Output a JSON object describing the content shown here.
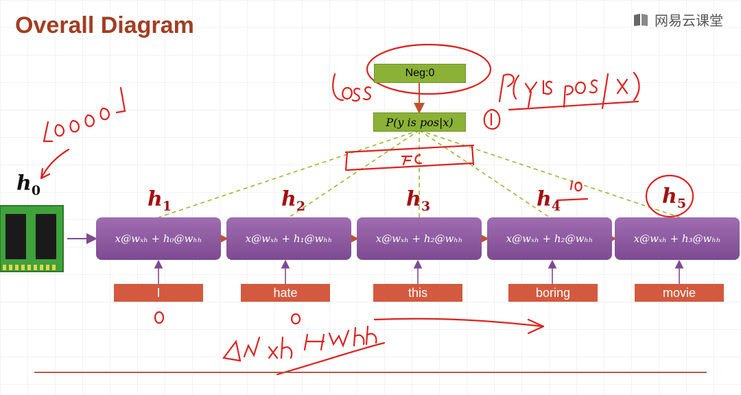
{
  "header": {
    "title": "Overall Diagram",
    "brand": "网易云课堂",
    "brand_icon": "book-icon"
  },
  "diagram": {
    "output_node": "Neg:0",
    "probability_node": "P(y is pos|x)",
    "h0": {
      "base": "h",
      "sub": "0"
    },
    "hidden_labels": [
      {
        "base": "h",
        "sub": "1"
      },
      {
        "base": "h",
        "sub": "2"
      },
      {
        "base": "h",
        "sub": "3"
      },
      {
        "base": "h",
        "sub": "4"
      },
      {
        "base": "h",
        "sub": "5"
      }
    ],
    "cells": [
      "x@wₓₕ + h₀@wₕₕ",
      "x@wₓₕ + h₁@wₕₕ",
      "x@wₓₕ + h₂@wₕₕ",
      "x@wₓₕ + h₂@wₕₕ",
      "x@wₓₕ + h₃@wₕₕ"
    ],
    "words": [
      "I",
      "hate",
      "this",
      "boring",
      "movie"
    ],
    "colors": {
      "title": "#a23d22",
      "cell": "#8e5aa3",
      "word": "#d35a3e",
      "node": "#8bb236",
      "annotation": "#e0201e"
    }
  }
}
